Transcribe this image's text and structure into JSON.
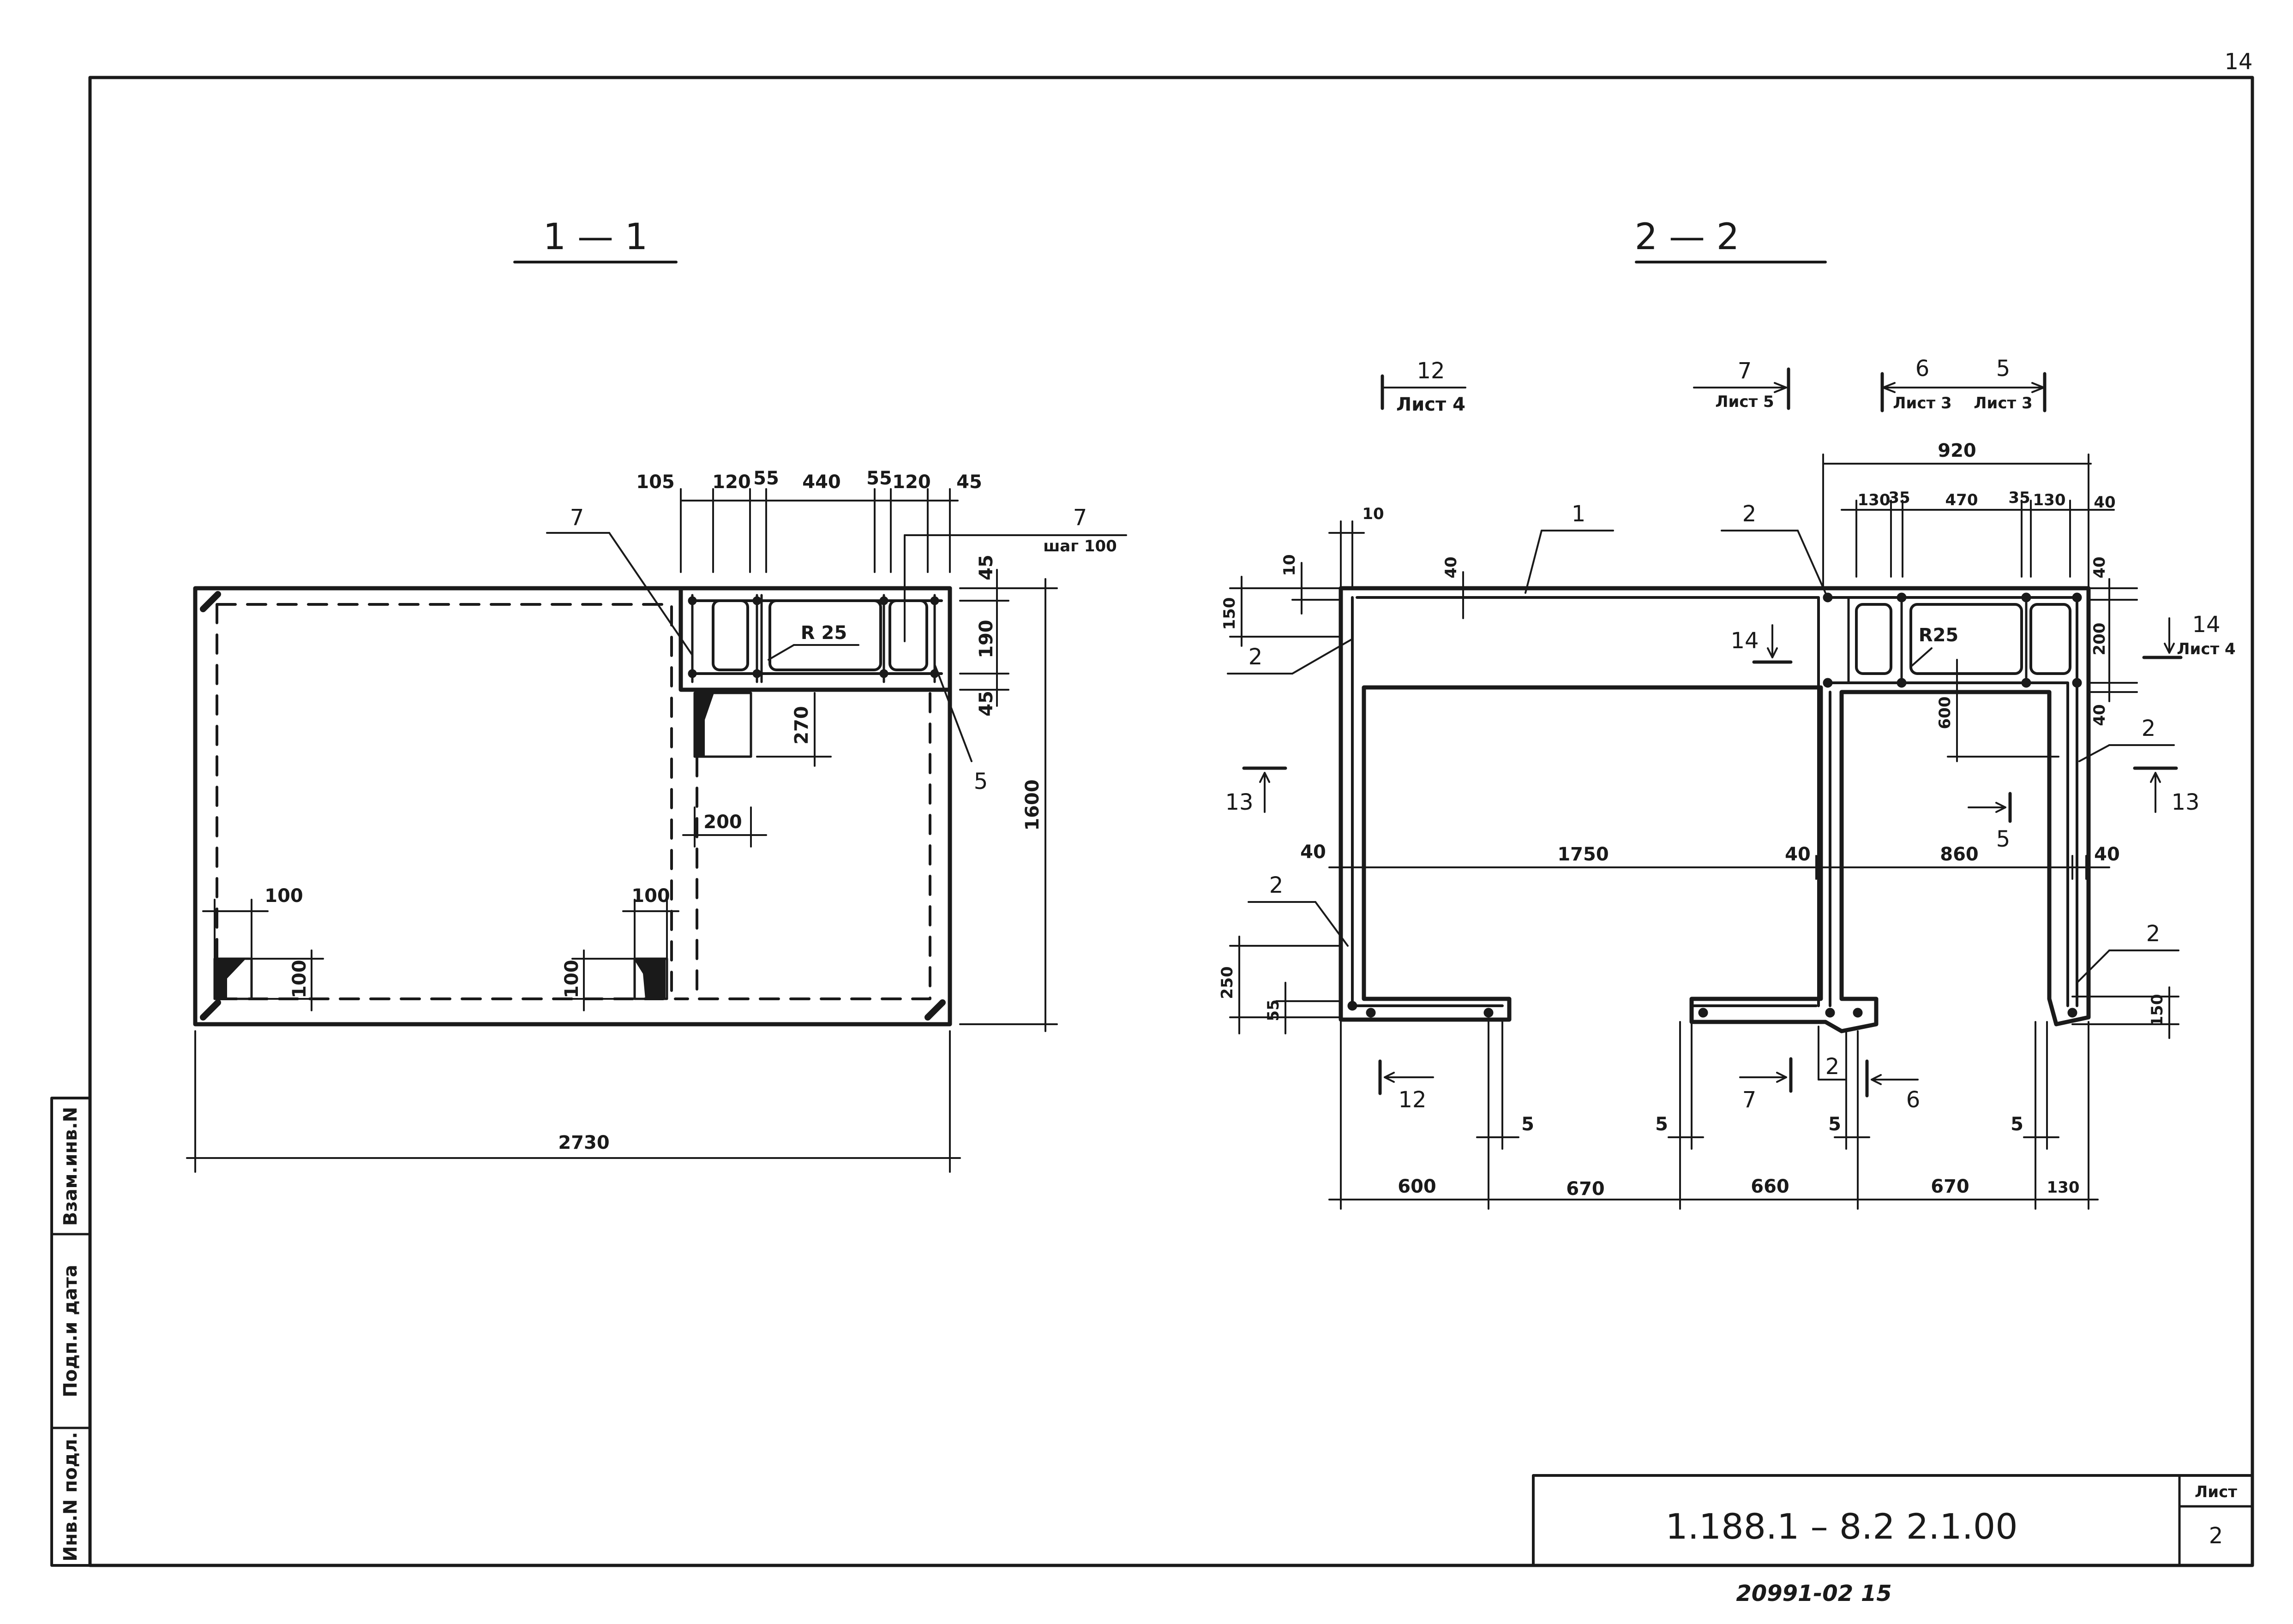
{
  "sheet": {
    "corner_number": "14",
    "designation": "1.188.1 – 8.2  2.1.00",
    "sheet_label": "Лист",
    "sheet_number": "2",
    "archive_number": "20991-02  15"
  },
  "side_stamp": {
    "inv_no_orig": "Инв.N подл.",
    "sign_date": "Подп.и дата",
    "replaces_inv": "Взам.инв.N"
  },
  "section_1_1": {
    "title": "1 — 1",
    "pos_7_left": "7",
    "pos_7_right": "7",
    "step_note": "шаг 100",
    "pos_5": "5",
    "radius": "R 25",
    "dims": {
      "d105": "105",
      "d120a": "120",
      "d55a": "55",
      "d440": "440",
      "d55b": "55",
      "d120b": "120",
      "d45top": "45",
      "v45a": "45",
      "v190": "190",
      "v45b": "45",
      "v270": "270",
      "h200": "200",
      "v1600": "1600",
      "h100a": "100",
      "v100a": "100",
      "h100b": "100",
      "v100b": "100",
      "h2730": "2730"
    }
  },
  "section_2_2": {
    "title": "2 — 2",
    "refs": {
      "r12_num": "12",
      "r12_sheet": "Лист 4",
      "r7_num": "7",
      "r7_sheet": "Лист 5",
      "r6_num": "6",
      "r6_sheet": "Лист 3",
      "r5_num": "5",
      "r5_sheet": "Лист 3",
      "r14_num": "14",
      "r14_sheet": "Лист 4"
    },
    "pos": {
      "p1": "1",
      "p2a": "2",
      "p2b": "2",
      "p2c": "2",
      "p2d": "2",
      "p2e": "2",
      "p2f": "2",
      "p5": "5",
      "p6": "6",
      "p7": "7",
      "p12": "12",
      "p13a": "13",
      "p13b": "13",
      "p14": "14"
    },
    "radius": "R25",
    "dims": {
      "d920": "920",
      "d130a": "130",
      "d35a": "35",
      "d470": "470",
      "d35b": "35",
      "d130b": "130",
      "d40r": "40",
      "d10a": "10",
      "d10b": "10",
      "d40top": "40",
      "v150": "150",
      "v40a": "40",
      "v200": "200",
      "v40b": "40",
      "v600": "600",
      "h40a": "40",
      "h1750": "1750",
      "h40b": "40",
      "h860": "860",
      "h40c": "40",
      "v250": "250",
      "v55": "55",
      "v150b": "150",
      "d5a": "5",
      "d5b": "5",
      "d5c": "5",
      "d5d": "5",
      "b600": "600",
      "b670a": "670",
      "b660": "660",
      "b670b": "670",
      "b130": "130"
    }
  }
}
